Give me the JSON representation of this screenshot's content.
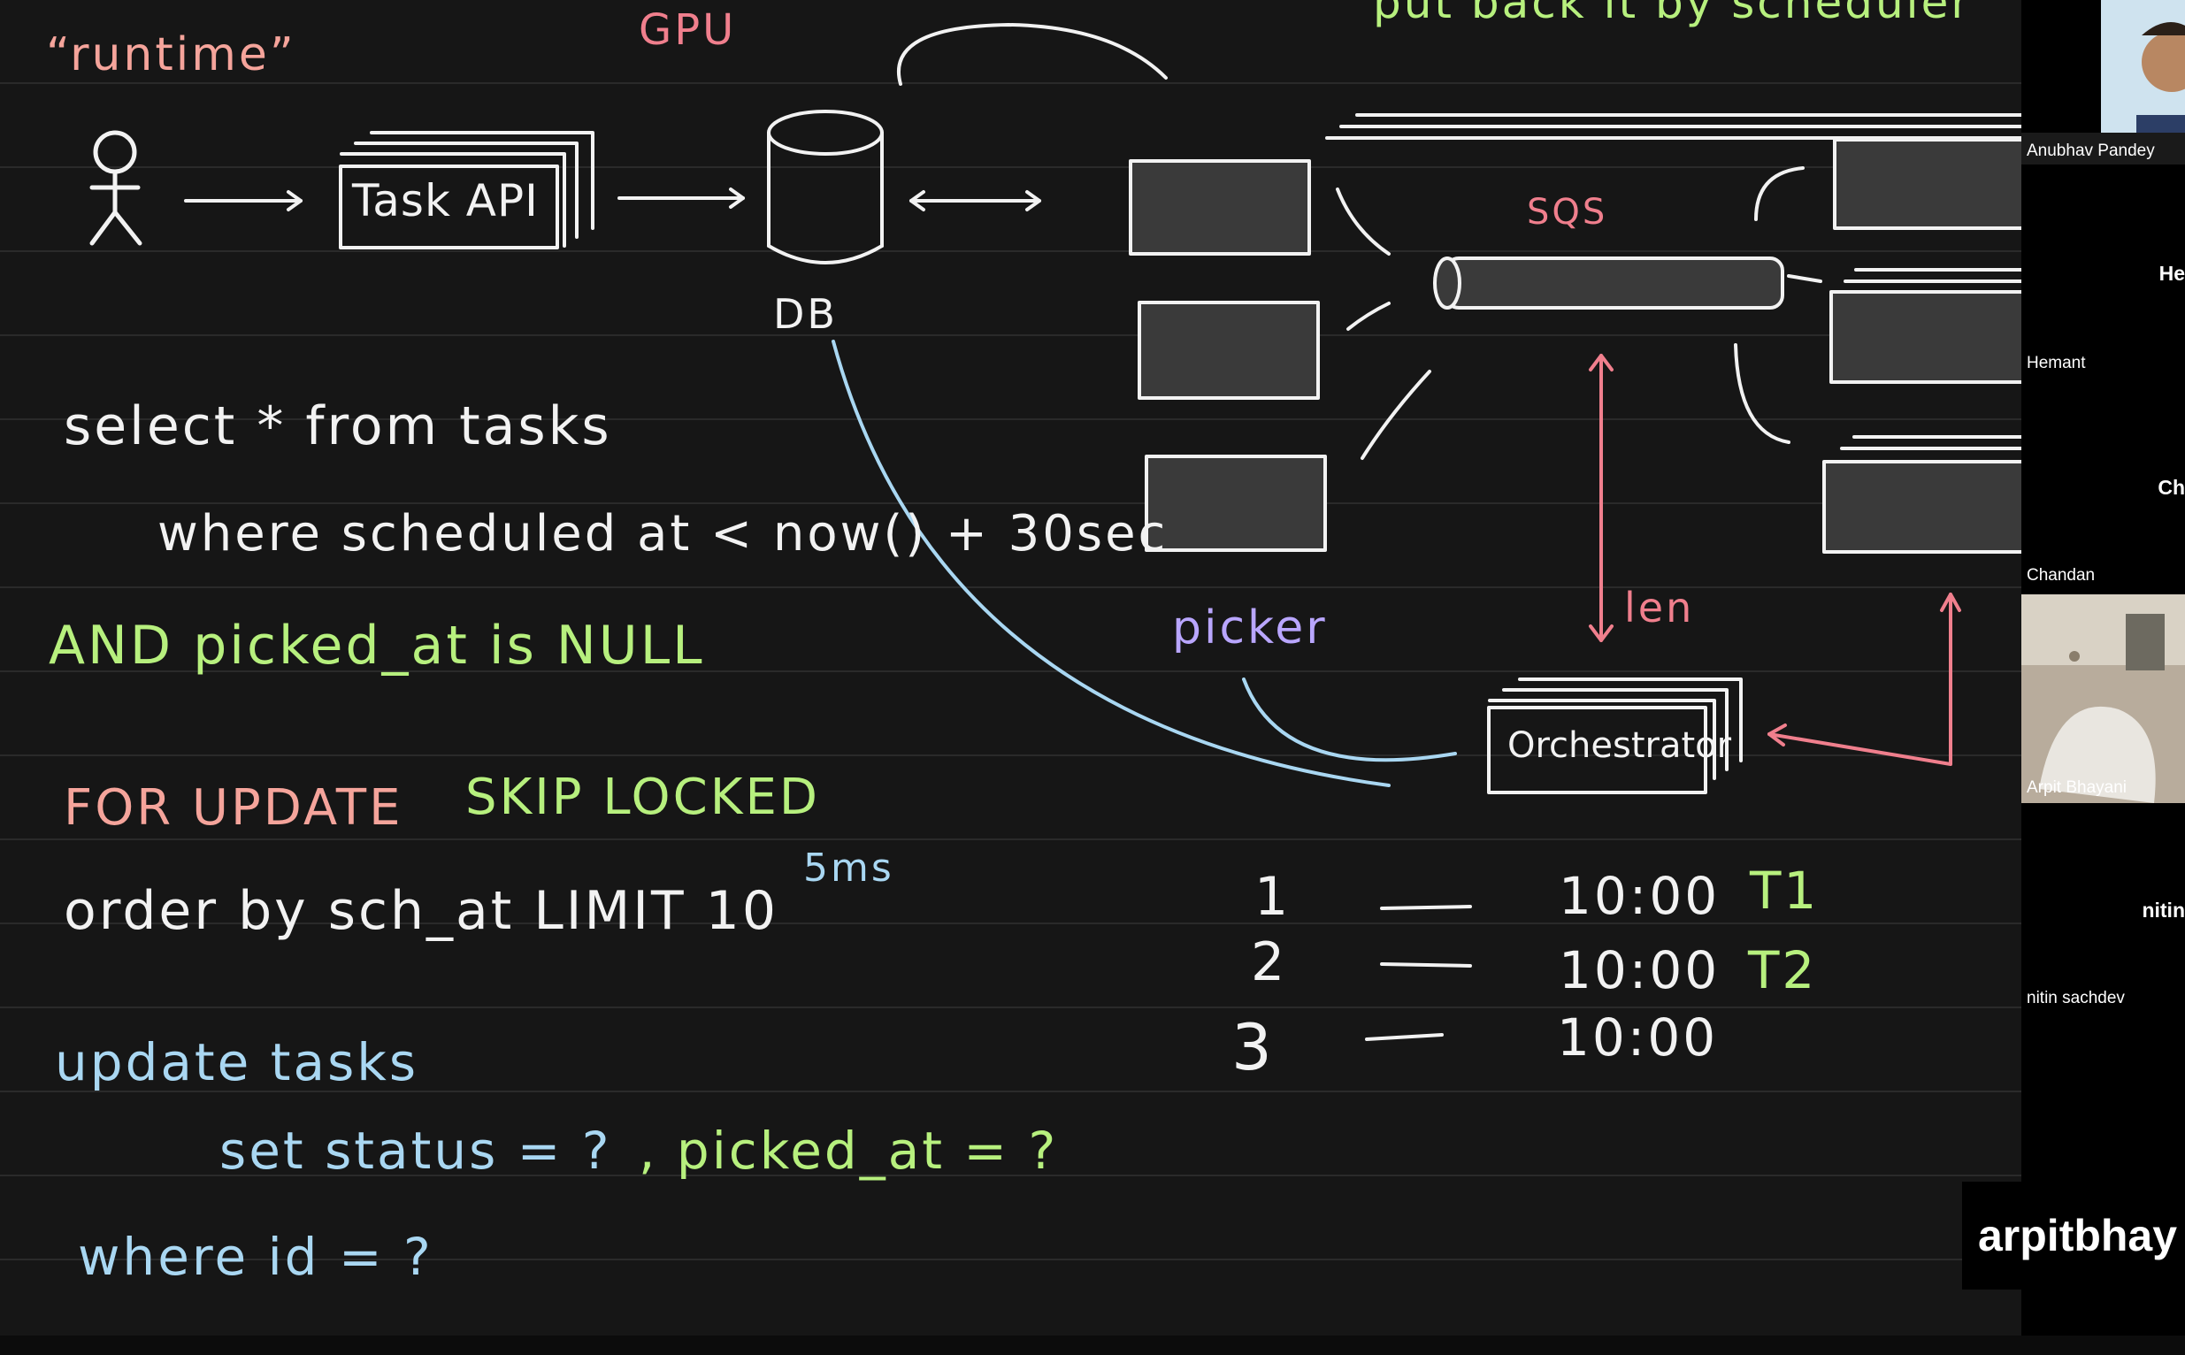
{
  "whiteboard": {
    "top_notes": {
      "runtime": "“runtime”",
      "gpu": "GPU",
      "put_back": "put back it by scheduler"
    },
    "diagram": {
      "task_api": "Task API",
      "db": "DB",
      "sqs": "SQS",
      "len": "len",
      "picker": "picker",
      "orchestrator": "Orchestrator"
    },
    "sql": {
      "line1": "select * from tasks",
      "line2": "where scheduled at < now() + 30sec",
      "line3": "AND picked_at is NULL",
      "line4a": "FOR UPDATE",
      "line4b": "SKIP LOCKED",
      "line5": "order by sch_at LIMIT 10",
      "sms": "5ms",
      "line6": "update tasks",
      "line7a": "set status = ?",
      "line7b": ", picked_at = ?",
      "line8": "where id = ?"
    },
    "table": {
      "rows": [
        {
          "num": "1",
          "time": "10:00",
          "task": "T1"
        },
        {
          "num": "2",
          "time": "10:00",
          "task": "T2"
        },
        {
          "num": "3",
          "time": "10:00",
          "task": ""
        }
      ]
    },
    "colors": {
      "chalk": "#f2f2f2",
      "salmon": "#f5a49b",
      "green": "#b7f07e",
      "blue": "#a9d7f2",
      "purple": "#b9a6ff",
      "pink": "#f07f8d",
      "grey_fill": "#3a3a3a"
    }
  },
  "participants": [
    {
      "label": "Anubhav Pandey",
      "initials": ""
    },
    {
      "label": "Hemant",
      "initials": "He"
    },
    {
      "label": "Chandan",
      "initials": "Ch"
    },
    {
      "label": "Arpit Bhayani",
      "initials": ""
    },
    {
      "label": "nitin sachdev",
      "initials": "nitin"
    }
  ],
  "watermark": "arpitbhay"
}
